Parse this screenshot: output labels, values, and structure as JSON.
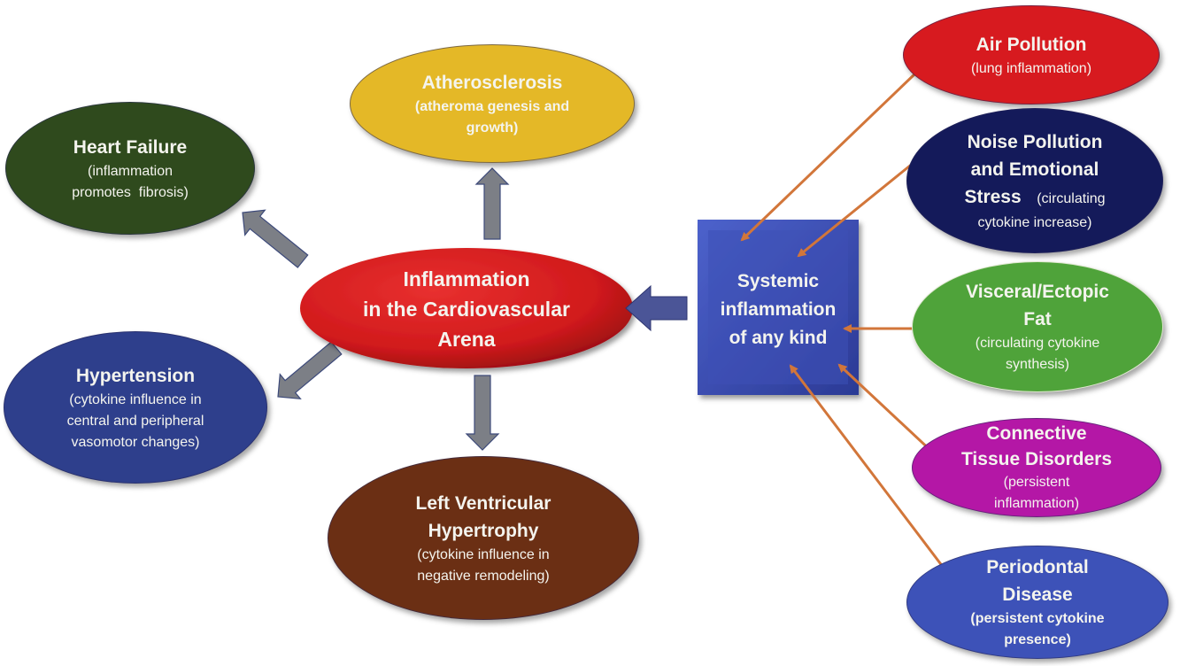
{
  "diagram": {
    "center": {
      "label_lines": [
        "Inflammation",
        "in the Cardiovascular",
        "Arena"
      ],
      "color": "#d71c1e"
    },
    "source": {
      "label_lines": [
        "Systemic",
        "inflammation",
        "of any kind"
      ],
      "color": "#3a4db0"
    },
    "outcomes": [
      {
        "id": "heart-failure",
        "title": "Heart Failure",
        "sub_lines": [
          "(inflammation",
          "promotes  fibrosis)"
        ],
        "color": "#2f4a1d"
      },
      {
        "id": "atherosclerosis",
        "title": "Atherosclerosis",
        "sub_lines": [
          "(atheroma genesis and",
          "growth)"
        ],
        "color": "#e4b827"
      },
      {
        "id": "hypertension",
        "title": "Hypertension",
        "sub_lines": [
          "(cytokine influence in",
          "central and peripheral",
          "vasomotor changes)"
        ],
        "color": "#2e3f8c"
      },
      {
        "id": "lvh",
        "title_lines": [
          "Left Ventricular",
          "Hypertrophy"
        ],
        "sub_lines": [
          "(cytokine influence in",
          "negative remodeling)"
        ],
        "color": "#6b2f14"
      }
    ],
    "causes": [
      {
        "id": "air-pollution",
        "title": "Air Pollution",
        "sub_lines": [
          "(lung inflammation)"
        ],
        "color": "#d71a1f"
      },
      {
        "id": "noise-pollution",
        "title_lines": [
          "Noise Pollution",
          "and Emotional"
        ],
        "title_tail": "Stress",
        "inline_sub": "(circulating",
        "sub_lines": [
          "cytokine increase)"
        ],
        "color": "#141a5a"
      },
      {
        "id": "visceral-fat",
        "title_lines": [
          "Visceral/Ectopic",
          "Fat"
        ],
        "sub_lines": [
          "(circulating cytokine",
          "synthesis)"
        ],
        "color": "#4fa33a"
      },
      {
        "id": "connective-tissue",
        "title_lines": [
          "Connective",
          "Tissue Disorders"
        ],
        "sub_lines": [
          "(persistent",
          "inflammation)"
        ],
        "color": "#b417a6"
      },
      {
        "id": "periodontal",
        "title_lines": [
          "Periodontal",
          "Disease"
        ],
        "sub_lines": [
          "(persistent cytokine",
          "presence)"
        ],
        "color": "#3d52b8"
      }
    ],
    "colors": {
      "outcome_arrow": "#7c7f86",
      "outcome_arrow_stroke": "#3d4a7a",
      "source_arrow": "#4b5597",
      "cause_arrow": "#d2763a"
    }
  }
}
